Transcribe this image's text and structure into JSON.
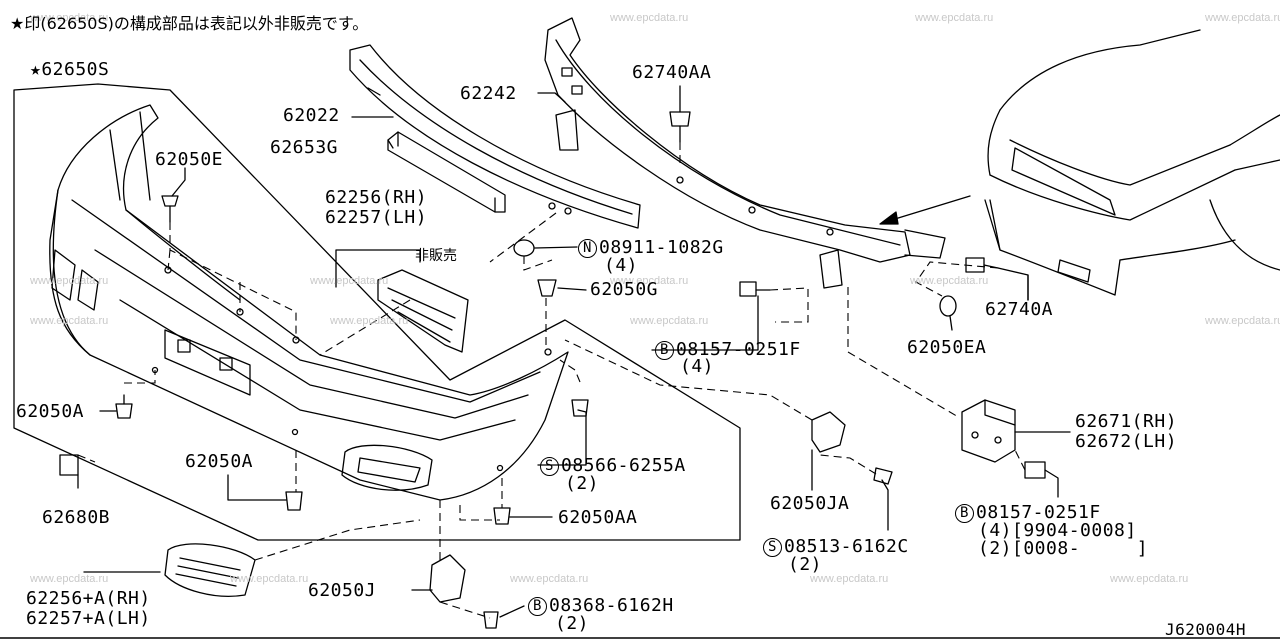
{
  "header_note": "★印(62650S)の構成部品は表記以外非販売です。",
  "not_sold_note": "非販売",
  "watermark": "www.epcdata.ru",
  "diagram_code": "J620004H",
  "labels": {
    "assy": "★62650S",
    "p62022": "62022",
    "p62653g": "62653G",
    "p62242": "62242",
    "p62740aa": "62740AA",
    "p62050e": "62050E",
    "p62256_rh": "62256(RH)",
    "p62257_lh": "62257(LH)",
    "n08911_num": "08911-1082G",
    "n08911_qty": "(4)",
    "p62050g": "62050G",
    "p62740a": "62740A",
    "p62050ea": "62050EA",
    "b08157_num": "08157-0251F",
    "b08157_qty": "(4)",
    "p62671_rh": "62671(RH)",
    "p62672_lh": "62672(LH)",
    "b08157b_num": "08157-0251F",
    "b08157b_line1": "(4)[9904-0008]",
    "b08157b_line2": "(2)[0008-     ]",
    "p62050a_left": "62050A",
    "s08566_num": "08566-6255A",
    "s08566_qty": "(2)",
    "p62680b": "62680B",
    "p62050a_mid": "62050A",
    "p62050ja": "62050JA",
    "s08513_num": "08513-6162C",
    "s08513_qty": "(2)",
    "p62050aa": "62050AA",
    "p62256a_rh": "62256+A(RH)",
    "p62257a_lh": "62257+A(LH)",
    "p62050j": "62050J",
    "b08368_num": "08368-6162H",
    "b08368_qty": "(2)"
  },
  "prefix_symbols": {
    "nut": "N",
    "bolt": "B",
    "screw": "S"
  }
}
